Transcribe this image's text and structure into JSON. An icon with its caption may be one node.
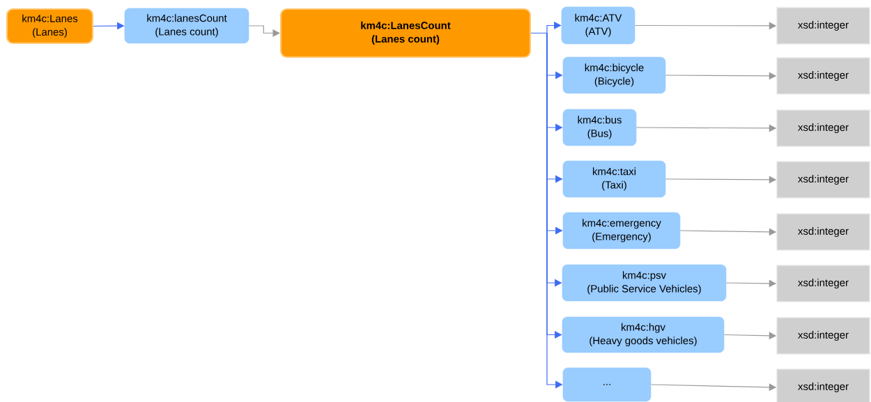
{
  "diagram": {
    "nodes": [
      {
        "text": [
          "km4c:Lanes",
          "(Lanes)"
        ]
      },
      {
        "text": [
          "km4c:lanesCount",
          "(Lanes count)"
        ]
      },
      {
        "text": [
          "km4c:LanesCount",
          "(Lanes count)"
        ]
      },
      {
        "text": [
          "km4c:ATV",
          "(ATV)"
        ]
      },
      {
        "text": [
          "km4c:bicycle",
          "(Bicycle)"
        ]
      },
      {
        "text": [
          "km4c:bus",
          "(Bus)"
        ]
      },
      {
        "text": [
          "km4c:taxi",
          "(Taxi)"
        ]
      },
      {
        "text": [
          "km4c:emergency",
          "(Emergency)"
        ]
      },
      {
        "text": [
          "km4c:psv",
          "(Public Service Vehicles)"
        ]
      },
      {
        "text": [
          "km4c:hgv",
          "(Heavy goods vehicles)"
        ]
      },
      {
        "text": [
          "..."
        ]
      },
      {
        "text": [
          "xsd:integer"
        ]
      },
      {
        "text": [
          "xsd:integer"
        ]
      },
      {
        "text": [
          "xsd:integer"
        ]
      },
      {
        "text": [
          "xsd:integer"
        ]
      },
      {
        "text": [
          "xsd:integer"
        ]
      },
      {
        "text": [
          "xsd:integer"
        ]
      },
      {
        "text": [
          "xsd:integer"
        ]
      },
      {
        "text": [
          "xsd:integer"
        ]
      }
    ],
    "edges": [
      {
        "from": 0,
        "to": 1,
        "arrow": "to",
        "color": "#3f6df2"
      },
      {
        "from": 1,
        "to": 2,
        "arrow": "to",
        "color": "#9a9a9a"
      },
      {
        "from": 2,
        "to": 3,
        "arrow": "to",
        "color": "#3f6df2"
      },
      {
        "from": 2,
        "to": 4,
        "arrow": "to",
        "color": "#3f6df2"
      },
      {
        "from": 2,
        "to": 5,
        "arrow": "to",
        "color": "#3f6df2"
      },
      {
        "from": 2,
        "to": 6,
        "arrow": "to",
        "color": "#3f6df2"
      },
      {
        "from": 2,
        "to": 7,
        "arrow": "to",
        "color": "#3f6df2"
      },
      {
        "from": 2,
        "to": 8,
        "arrow": "to",
        "color": "#3f6df2"
      },
      {
        "from": 2,
        "to": 9,
        "arrow": "to",
        "color": "#3f6df2"
      },
      {
        "from": 2,
        "to": 10,
        "arrow": "to",
        "color": "#3f6df2"
      },
      {
        "from": 3,
        "to": 11,
        "arrow": "to",
        "color": "#9a9a9a"
      },
      {
        "from": 4,
        "to": 12,
        "arrow": "to",
        "color": "#9a9a9a"
      },
      {
        "from": 5,
        "to": 13,
        "arrow": "to",
        "color": "#9a9a9a"
      },
      {
        "from": 6,
        "to": 14,
        "arrow": "to",
        "color": "#9a9a9a"
      },
      {
        "from": 7,
        "to": 15,
        "arrow": "to",
        "color": "#9a9a9a"
      },
      {
        "from": 8,
        "to": 16,
        "arrow": "to",
        "color": "#9a9a9a"
      },
      {
        "from": 9,
        "to": 17,
        "arrow": "to",
        "color": "#9a9a9a"
      },
      {
        "from": 10,
        "to": 18,
        "arrow": "to",
        "color": "#9a9a9a"
      }
    ]
  }
}
